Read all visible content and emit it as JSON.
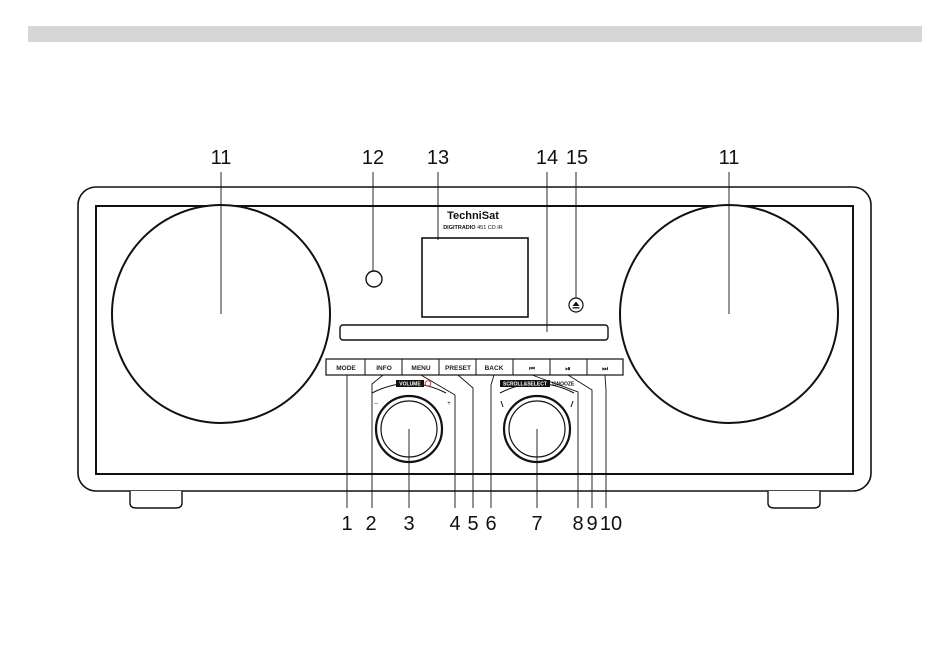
{
  "callouts": {
    "c1": "1",
    "c2": "2",
    "c3": "3",
    "c4": "4",
    "c5": "5",
    "c6": "6",
    "c7": "7",
    "c8": "8",
    "c9": "9",
    "c10": "10",
    "c11": "11",
    "c12": "12",
    "c13": "13",
    "c14": "14",
    "c15": "15"
  },
  "device": {
    "brand": "TechniSat",
    "model_bold": "DIGITRADIO",
    "model_rest": " 451 CD IR",
    "buttons": {
      "mode": "MODE",
      "info": "INFO",
      "menu": "MENU",
      "preset": "PRESET",
      "back": "BACK",
      "prev": "⏮",
      "playpause": "⏯",
      "next": "⏭"
    },
    "volume_label": "VOLUME",
    "volume_minus": "–",
    "volume_plus": "+",
    "scroll_label": "SCROLL&SELECT",
    "snooze_label": "/SNOOZE"
  },
  "icons": [
    "eject-icon",
    "power-icon"
  ],
  "colors": {
    "line": "#111111",
    "topbar": "#d6d6d6",
    "power": "#d03030"
  }
}
